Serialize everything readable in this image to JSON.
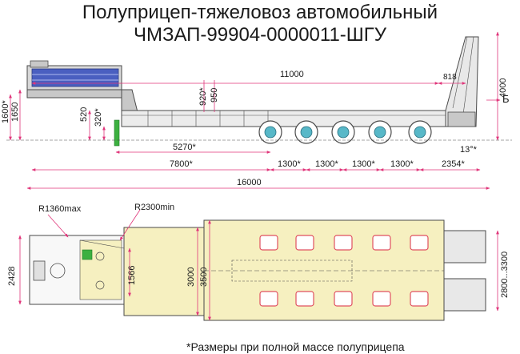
{
  "title": {
    "line1": "Полуприцеп-тяжеловоз автомобильный",
    "line2": "ЧМЗАП-99904-0000011-ШГУ"
  },
  "footnote": "*Размеры при полной массе полуприцепа",
  "colors": {
    "dimension": "#e0357a",
    "outline": "#4a4a4a",
    "body": "#c8c8c8",
    "tank": "#4a5fc0",
    "wheel_hub": "#58b8c8",
    "tire_plan": "#e05060",
    "yellow_fill": "#f6f0c0",
    "green_support": "#3cb040",
    "text": "#1a1a1a"
  },
  "side_view": {
    "overall_length": "16000",
    "deck_length": "11000",
    "ramp_length": "818",
    "height_total": "4000",
    "neck_height_1": "920*",
    "neck_height_2": "950",
    "kingpin_height_1": "1600*",
    "kingpin_height_2": "1650",
    "deck_height": "520",
    "deck_height_2": "320*",
    "kingpin_to_axle": "5270*",
    "kingpin_to_rear": "7800*",
    "axle_spacings": [
      "1300*",
      "1300*",
      "1300*",
      "1300*"
    ],
    "rear_overhang": "2354*",
    "departure_angle": "13°*",
    "section_label": "Б"
  },
  "plan_view": {
    "radius_max": "R1360max",
    "radius_min": "R2300min",
    "front_width": "2428",
    "kingpin_offset": "1566",
    "deck_width": "3000",
    "outer_width": "3500",
    "ramp_width": "2800...3300"
  }
}
